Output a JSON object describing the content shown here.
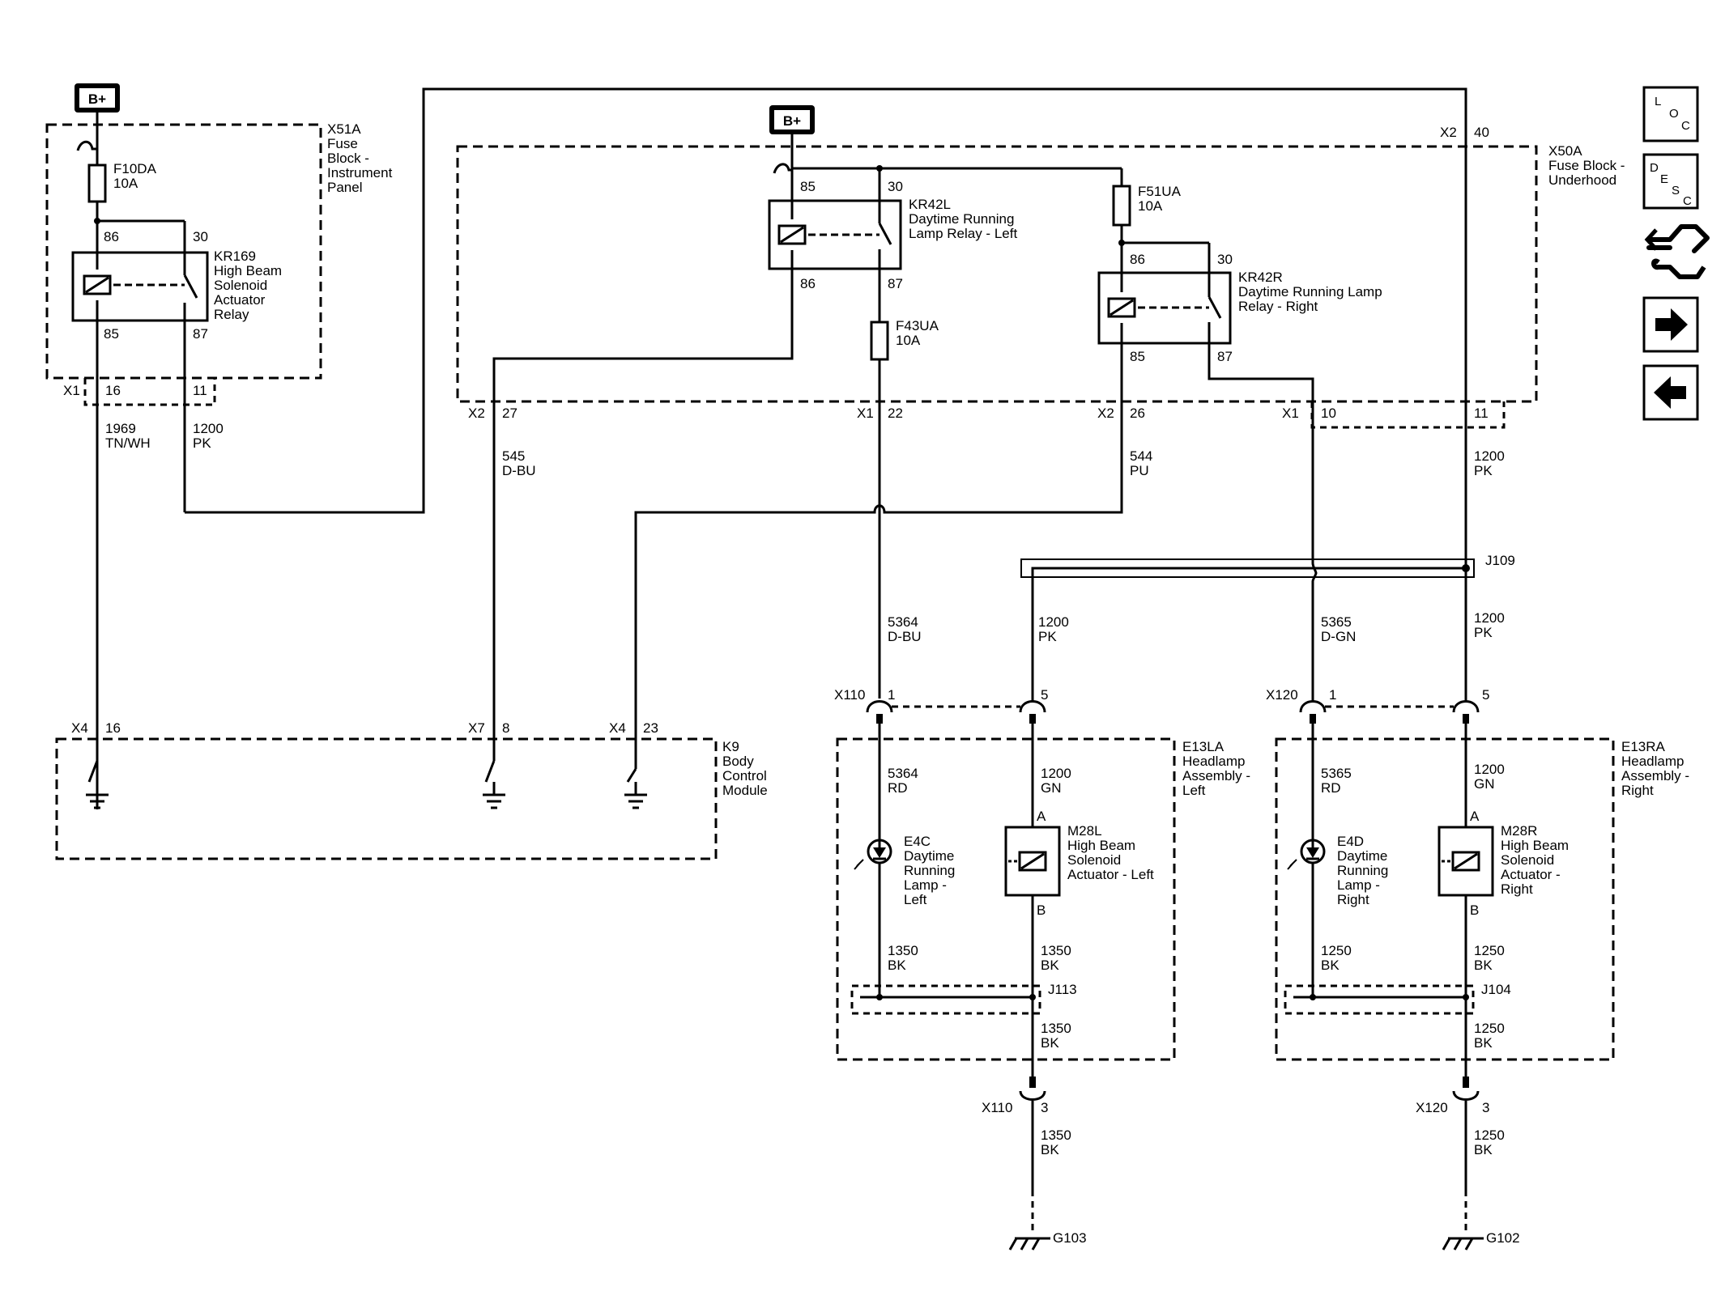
{
  "supply_label": "B+",
  "modules": {
    "x51a": {
      "id": "X51A",
      "name_lines": [
        "Fuse",
        "Block -",
        "Instrument",
        "Panel"
      ]
    },
    "x50a": {
      "id": "X50A",
      "name_lines": [
        "Fuse Block -",
        "Underhood"
      ]
    },
    "k9": {
      "id": "K9",
      "name_lines": [
        "Body",
        "Control",
        "Module"
      ]
    },
    "e13la": {
      "id": "E13LA",
      "name_lines": [
        "Headlamp",
        "Assembly -",
        "Left"
      ]
    },
    "e13ra": {
      "id": "E13RA",
      "name_lines": [
        "Headlamp",
        "Assembly -",
        "Right"
      ]
    }
  },
  "fuses": {
    "f10da": {
      "id": "F10DA",
      "rating": "10A"
    },
    "f51ua": {
      "id": "F51UA",
      "rating": "10A"
    },
    "f43ua": {
      "id": "F43UA",
      "rating": "10A"
    }
  },
  "relays": {
    "kr169": {
      "id": "KR169",
      "name_lines": [
        "High Beam",
        "Solenoid",
        "Actuator",
        "Relay"
      ],
      "pins": [
        "86",
        "30",
        "85",
        "87"
      ]
    },
    "kr42l": {
      "id": "KR42L",
      "name_lines": [
        "Daytime Running",
        "Lamp Relay - Left"
      ],
      "pins": [
        "85",
        "30",
        "86",
        "87"
      ]
    },
    "kr42r": {
      "id": "KR42R",
      "name_lines": [
        "Daytime Running Lamp",
        "Relay - Right"
      ],
      "pins": [
        "86",
        "30",
        "85",
        "87"
      ]
    }
  },
  "connectors": {
    "x51a_x1": {
      "name": "X1",
      "pins": [
        "16",
        "11"
      ]
    },
    "x50a_x2_27": {
      "name": "X2",
      "pin": "27"
    },
    "x50a_x1_22": {
      "name": "X1",
      "pin": "22"
    },
    "x50a_x2_26": {
      "name": "X2",
      "pin": "26"
    },
    "x50a_x1_b": {
      "name": "X1",
      "pins": [
        "10",
        "11"
      ]
    },
    "x50a_x2_40": {
      "name": "X2",
      "pin": "40"
    },
    "k9_x4_16": {
      "name": "X4",
      "pin": "16"
    },
    "k9_x7_8": {
      "name": "X7",
      "pin": "8"
    },
    "k9_x4_23": {
      "name": "X4",
      "pin": "23"
    },
    "x110": {
      "name": "X110",
      "pins": [
        "1",
        "5",
        "3"
      ]
    },
    "x120": {
      "name": "X120",
      "pins": [
        "1",
        "5",
        "3"
      ]
    }
  },
  "wires": {
    "w1969": {
      "circuit": "1969",
      "color": "TN/WH"
    },
    "w1200_x51": {
      "circuit": "1200",
      "color": "PK"
    },
    "w545": {
      "circuit": "545",
      "color": "D-BU"
    },
    "w544": {
      "circuit": "544",
      "color": "PU"
    },
    "w1200_x50": {
      "circuit": "1200",
      "color": "PK"
    },
    "w5364": {
      "circuit": "5364",
      "color": "D-BU"
    },
    "w1200_l": {
      "circuit": "1200",
      "color": "PK"
    },
    "w5365": {
      "circuit": "5365",
      "color": "D-GN"
    },
    "w1200_r": {
      "circuit": "1200",
      "color": "PK"
    },
    "w5364_rd": {
      "circuit": "5364",
      "color": "RD"
    },
    "w1200_gn_l": {
      "circuit": "1200",
      "color": "GN"
    },
    "w5365_rd": {
      "circuit": "5365",
      "color": "RD"
    },
    "w1200_gn_r": {
      "circuit": "1200",
      "color": "GN"
    },
    "w1350_l1": {
      "circuit": "1350",
      "color": "BK"
    },
    "w1350_l2": {
      "circuit": "1350",
      "color": "BK"
    },
    "w1350_l3": {
      "circuit": "1350",
      "color": "BK"
    },
    "w1350_l4": {
      "circuit": "1350",
      "color": "BK"
    },
    "w1250_r1": {
      "circuit": "1250",
      "color": "BK"
    },
    "w1250_r2": {
      "circuit": "1250",
      "color": "BK"
    },
    "w1250_r3": {
      "circuit": "1250",
      "color": "BK"
    },
    "w1250_r4": {
      "circuit": "1250",
      "color": "BK"
    }
  },
  "splices": {
    "j109": "J109",
    "j113": "J113",
    "j104": "J104"
  },
  "grounds": {
    "g103": "G103",
    "g102": "G102"
  },
  "components": {
    "e4c": {
      "id": "E4C",
      "name_lines": [
        "Daytime",
        "Running",
        "Lamp -",
        "Left"
      ]
    },
    "m28l": {
      "id": "M28L",
      "name_lines": [
        "High Beam",
        "Solenoid",
        "Actuator - Left"
      ],
      "pins": [
        "A",
        "B"
      ]
    },
    "e4d": {
      "id": "E4D",
      "name_lines": [
        "Daytime",
        "Running",
        "Lamp -",
        "Right"
      ]
    },
    "m28r": {
      "id": "M28R",
      "name_lines": [
        "High Beam",
        "Solenoid",
        "Actuator -",
        "Right"
      ],
      "pins": [
        "A",
        "B"
      ]
    }
  },
  "nav": {
    "loc": [
      "L",
      "O",
      "C"
    ],
    "desc": [
      "D",
      "E",
      "S",
      "C"
    ],
    "icons": [
      "connector-icon",
      "arrow-right-icon",
      "arrow-left-icon"
    ]
  }
}
